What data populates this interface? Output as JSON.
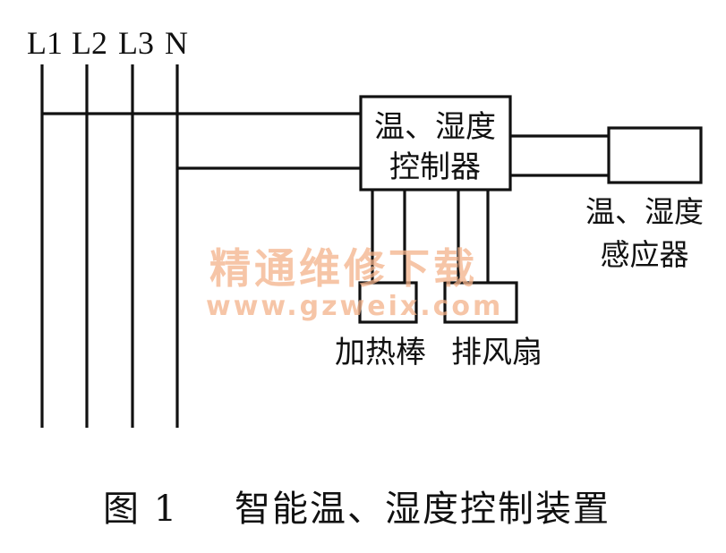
{
  "bus_labels": [
    "L1",
    "L2",
    "L3",
    "N"
  ],
  "controller": {
    "line1": "温、湿度",
    "line2": "控制器"
  },
  "sensor": {
    "line1": "温、湿度",
    "line2": "感应器"
  },
  "loads": {
    "heater": "加热棒",
    "fan": "排风扇"
  },
  "watermark": {
    "text": "精通维修下载",
    "url": "www.gzweix.com",
    "color": "#f3b18a"
  },
  "caption": {
    "figure": "图 1",
    "title": "智能温、湿度控制装置"
  }
}
